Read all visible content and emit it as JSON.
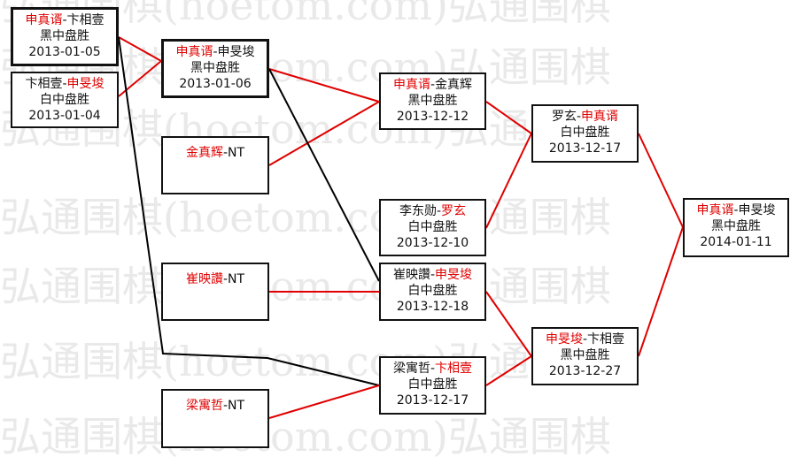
{
  "watermark": [
    "弘通围棋(hoetom.com)弘通围棋",
    "弘通围棋(hoetom.com)弘通围棋",
    "弘通围棋(hoetom.com)弘通围棋",
    "弘通围棋(hoetom.com)弘通围棋",
    "弘通围棋(hoetom.com)弘通围棋",
    "弘通围棋(hoetom.com)弘通围棋",
    "弘通围棋(hoetom.com)弘通围棋"
  ],
  "colors": {
    "winner": "#e00000",
    "line_red": "#e00000",
    "line_black": "#000000"
  },
  "games": {
    "g1": {
      "p1": "申真谞",
      "sep": "-",
      "p2": "卞相壹",
      "result": "黑中盘胜",
      "date": "2013-01-05",
      "winner": "p1"
    },
    "g2": {
      "p1": "卞相壹",
      "sep": "-",
      "p2": "申旻埈",
      "result": "白中盘胜",
      "date": "2013-01-04",
      "winner": "p2"
    },
    "g3": {
      "p1": "申真谞",
      "sep": "-",
      "p2": "申旻埈",
      "result": "黑中盘胜",
      "date": "2013-01-06",
      "winner": "p1"
    },
    "g4": {
      "p1": "金真辉",
      "sep": "-",
      "p2": "NT",
      "winner": "p1"
    },
    "g5": {
      "p1": "崔映讚",
      "sep": "-",
      "p2": "NT",
      "winner": "p1"
    },
    "g6": {
      "p1": "梁寓哲",
      "sep": "-",
      "p2": "NT",
      "winner": "p1"
    },
    "g7": {
      "p1": "申真谞",
      "sep": "-",
      "p2": "金真辉",
      "result": "黑中盘胜",
      "date": "2013-12-12",
      "winner": "p1"
    },
    "g8": {
      "p1": "李东勋",
      "sep": "-",
      "p2": "罗玄",
      "result": "白中盘胜",
      "date": "2013-12-10",
      "winner": "p2"
    },
    "g9": {
      "p1": "崔映讚",
      "sep": "-",
      "p2": "申旻埈",
      "result": "白中盘胜",
      "date": "2013-12-18",
      "winner": "p2"
    },
    "g10": {
      "p1": "梁寓哲",
      "sep": "-",
      "p2": "卞相壹",
      "result": "白中盘胜",
      "date": "2013-12-17",
      "winner": "p2"
    },
    "g11": {
      "p1": "罗玄",
      "sep": "-",
      "p2": "申真谞",
      "result": "白中盘胜",
      "date": "2013-12-17",
      "winner": "p2"
    },
    "g12": {
      "p1": "申旻埈",
      "sep": "-",
      "p2": "卞相壹",
      "result": "黑中盘胜",
      "date": "2013-12-27",
      "winner": "p1"
    },
    "g13": {
      "p1": "申真谞",
      "sep": "-",
      "p2": "申旻埈",
      "result": "黑中盘胜",
      "date": "2014-01-11",
      "winner": "p1"
    }
  }
}
